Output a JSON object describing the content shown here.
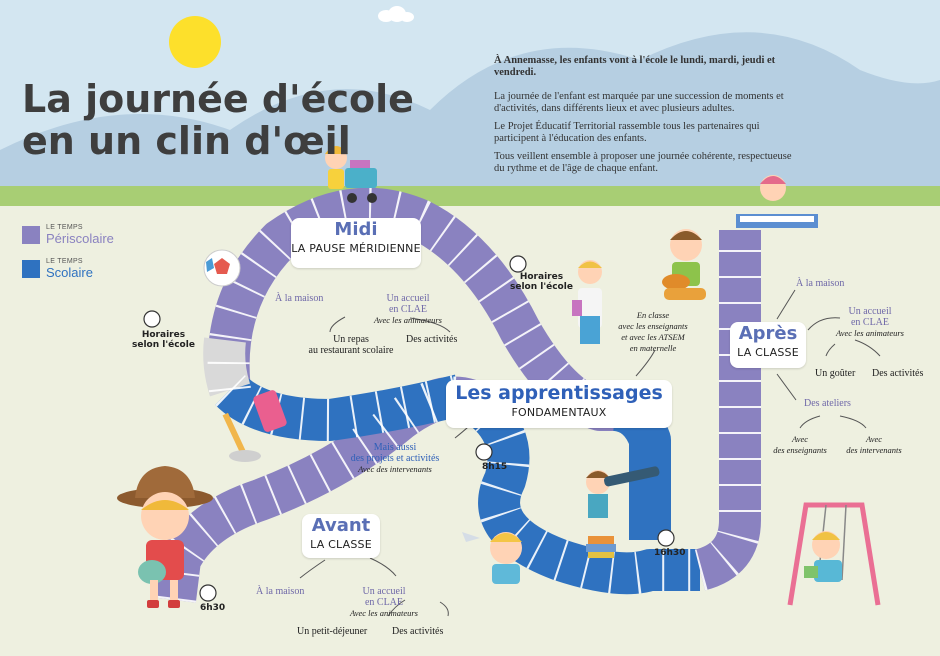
{
  "title": {
    "line1": "La journée d'école",
    "line2": "en un clin d'œil"
  },
  "intro": {
    "lead": "À Annemasse, les enfants vont à l'école le lundi, mardi, jeudi et vendredi.",
    "p1": "La journée de l'enfant est marquée par une succession de moments et d'activités, dans différents lieux et avec plusieurs adultes.",
    "p2": "Le Projet Éducatif Territorial rassemble tous les partenaires qui participent à l'éducation des enfants.",
    "p3": "Tous veillent ensemble à proposer une journée cohérente, respectueuse du rythme et de l'âge de chaque enfant."
  },
  "legend": {
    "peri_small": "LE TEMPS",
    "peri_label": "Périscolaire",
    "scol_small": "LE TEMPS",
    "scol_label": "Scolaire"
  },
  "colors": {
    "periscolaire": "#8a82c0",
    "scolaire": "#2f72c0",
    "sky": "#cfe3ef",
    "grass": "#a5cc73",
    "ground": "#eef0e0"
  },
  "midi": {
    "big": "Midi",
    "small": "LA PAUSE MÉRIDIENNE",
    "home": "À la maison",
    "clae1": "Un accueil",
    "clae2": "en CLAE",
    "animateurs": "Avec les animateurs",
    "repas1": "Un repas",
    "repas2": "au restaurant scolaire",
    "activites": "Des activités"
  },
  "apprentissages": {
    "big": "Les apprentissages",
    "small": "FONDAMENTAUX",
    "classe1": "En classe",
    "classe2": "avec les enseignants",
    "classe3": "et avec les ATSEM",
    "classe4": "en maternelle",
    "aussi1": "Mais aussi",
    "aussi2": "des projets et activités",
    "aussi3": "Avec des intervenants"
  },
  "apres": {
    "big": "Après",
    "small": "LA CLASSE",
    "home": "À la maison",
    "clae1": "Un accueil",
    "clae2": "en CLAE",
    "animateurs": "Avec les animateurs",
    "gouter": "Un goûter",
    "activites": "Des activités",
    "ateliers": "Des ateliers",
    "ens1": "Avec",
    "ens2": "des enseignants",
    "int1": "Avec",
    "int2": "des intervenants"
  },
  "avant": {
    "big": "Avant",
    "small": "LA CLASSE",
    "home": "À la maison",
    "clae1": "Un accueil",
    "clae2": "en CLAE",
    "animateurs": "Avec les animateurs",
    "dej": "Un petit-déjeuner",
    "activites": "Des activités"
  },
  "clocks": {
    "horaires1a": "Horaires",
    "horaires1b": "selon l'école",
    "horaires2a": "Horaires",
    "horaires2b": "selon l'école",
    "t0815": "8h15",
    "t1630": "16h30",
    "t0630": "6h30"
  },
  "icons": [
    "sun-icon",
    "clock-icon",
    "arrow-icon"
  ]
}
